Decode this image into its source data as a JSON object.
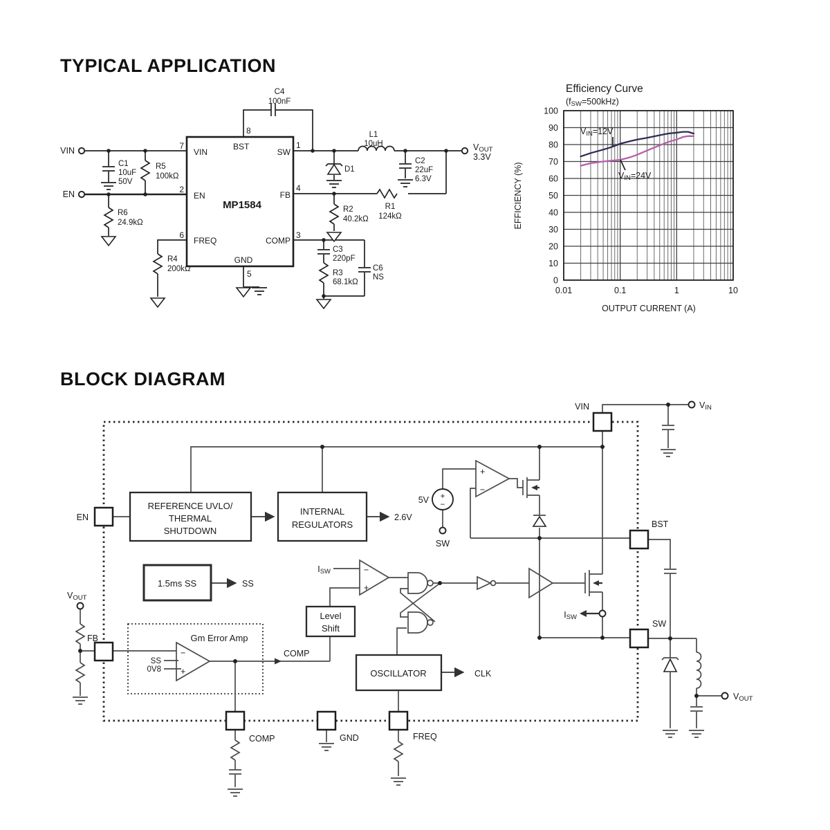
{
  "typical_application": {
    "title": "TYPICAL APPLICATION",
    "terminals": {
      "vin": "VIN",
      "en": "EN",
      "vout_pre": "V",
      "vout_sub": "OUT",
      "vout_value": "3.3V"
    },
    "ic": {
      "name": "MP1584",
      "pins": {
        "p8": {
          "num": "8",
          "label": "BST"
        },
        "p7": {
          "num": "7",
          "label": "VIN"
        },
        "p2": {
          "num": "2",
          "label": "EN"
        },
        "p6": {
          "num": "6",
          "label": "FREQ"
        },
        "p5": {
          "num": "5",
          "label": "GND"
        },
        "p1": {
          "num": "1",
          "label": "SW"
        },
        "p4": {
          "num": "4",
          "label": "FB"
        },
        "p3": {
          "num": "3",
          "label": "COMP"
        }
      }
    },
    "components": {
      "c4": {
        "ref": "C4",
        "value": "100nF"
      },
      "c1": {
        "ref": "C1",
        "value": "10uF",
        "rating": "50V"
      },
      "r5": {
        "ref": "R5",
        "value": "100kΩ"
      },
      "r6": {
        "ref": "R6",
        "value": "24.9kΩ"
      },
      "r4": {
        "ref": "R4",
        "value": "200kΩ"
      },
      "l1": {
        "ref": "L1",
        "value": "10uH"
      },
      "d1": {
        "ref": "D1"
      },
      "c2": {
        "ref": "C2",
        "value": "22uF",
        "rating": "6.3V"
      },
      "r2": {
        "ref": "R2",
        "value": "40.2kΩ"
      },
      "r1": {
        "ref": "R1",
        "value": "124kΩ"
      },
      "c3": {
        "ref": "C3",
        "value": "220pF"
      },
      "r3": {
        "ref": "R3",
        "value": "68.1kΩ"
      },
      "c6": {
        "ref": "C6",
        "value": "NS"
      }
    }
  },
  "efficiency_chart": {
    "title": "Efficiency Curve",
    "subtitle_pre": "(f",
    "subtitle_sub": "SW",
    "subtitle_post": "=500kHz)",
    "ylabel": "EFFICIENCY (%)",
    "xlabel": "OUTPUT CURRENT (A)",
    "ann12": {
      "pre": "V",
      "sub": "IN",
      "post": "=12V"
    },
    "ann24": {
      "pre": "V",
      "sub": "IN",
      "post": "=24V"
    }
  },
  "chart_data": {
    "type": "line",
    "title": "Efficiency Curve",
    "subtitle": "(fSW=500kHz)",
    "xlabel": "OUTPUT CURRENT (A)",
    "ylabel": "EFFICIENCY (%)",
    "x_scale": "log",
    "xlim": [
      0.01,
      10
    ],
    "ylim": [
      0,
      100
    ],
    "y_tick_step": 10,
    "x_ticks": [
      0.01,
      0.1,
      1,
      10
    ],
    "grid": true,
    "legend_position": "inline-annotations",
    "series": [
      {
        "name": "VIN=12V",
        "color": "#2e2c55",
        "points": [
          [
            0.02,
            73
          ],
          [
            0.03,
            75
          ],
          [
            0.05,
            77
          ],
          [
            0.07,
            78.5
          ],
          [
            0.1,
            80.5
          ],
          [
            0.15,
            82
          ],
          [
            0.2,
            83
          ],
          [
            0.3,
            84
          ],
          [
            0.5,
            85.5
          ],
          [
            0.7,
            86.5
          ],
          [
            1,
            87
          ],
          [
            1.3,
            87.5
          ],
          [
            1.6,
            87.5
          ],
          [
            2,
            86.5
          ]
        ]
      },
      {
        "name": "VIN=24V",
        "color": "#b55fad",
        "points": [
          [
            0.02,
            67.5
          ],
          [
            0.03,
            69
          ],
          [
            0.05,
            70
          ],
          [
            0.07,
            70.5
          ],
          [
            0.1,
            71
          ],
          [
            0.15,
            72.5
          ],
          [
            0.2,
            74
          ],
          [
            0.3,
            76.5
          ],
          [
            0.5,
            79.5
          ],
          [
            0.7,
            81.5
          ],
          [
            1,
            83
          ],
          [
            1.3,
            84.5
          ],
          [
            1.6,
            85
          ],
          [
            2,
            85
          ]
        ]
      }
    ]
  },
  "block_diagram": {
    "title": "BLOCK DIAGRAM",
    "pads": {
      "en": "EN",
      "vin": "VIN",
      "bst": "BST",
      "sw": "SW",
      "comp": "COMP",
      "gnd": "GND",
      "freq": "FREQ",
      "fb": "FB"
    },
    "terminals": {
      "vin": {
        "pre": "V",
        "sub": "IN"
      },
      "vout_right": {
        "pre": "V",
        "sub": "OUT"
      },
      "vout_left": {
        "pre": "V",
        "sub": "OUT"
      },
      "sw": "SW"
    },
    "blocks": {
      "reference": {
        "line1": "REFERENCE UVLO/",
        "line2": "THERMAL",
        "line3": "SHUTDOWN"
      },
      "internal": {
        "line1": "INTERNAL",
        "line2": "REGULATORS"
      },
      "ss_timer": "1.5ms SS",
      "level_shift": {
        "line1": "Level",
        "line2": "Shift"
      },
      "oscillator": "OSCILLATOR",
      "gm_amp": "Gm Error Amp"
    },
    "labels": {
      "ss_out": "SS",
      "v5": "5V",
      "v26": "2.6V",
      "isw": {
        "pre": "I",
        "sub": "SW"
      },
      "clk": "CLK",
      "comp_net": "COMP",
      "amp_ss": "SS",
      "amp_ref": "0V8",
      "plus": "+",
      "minus": "−"
    }
  }
}
